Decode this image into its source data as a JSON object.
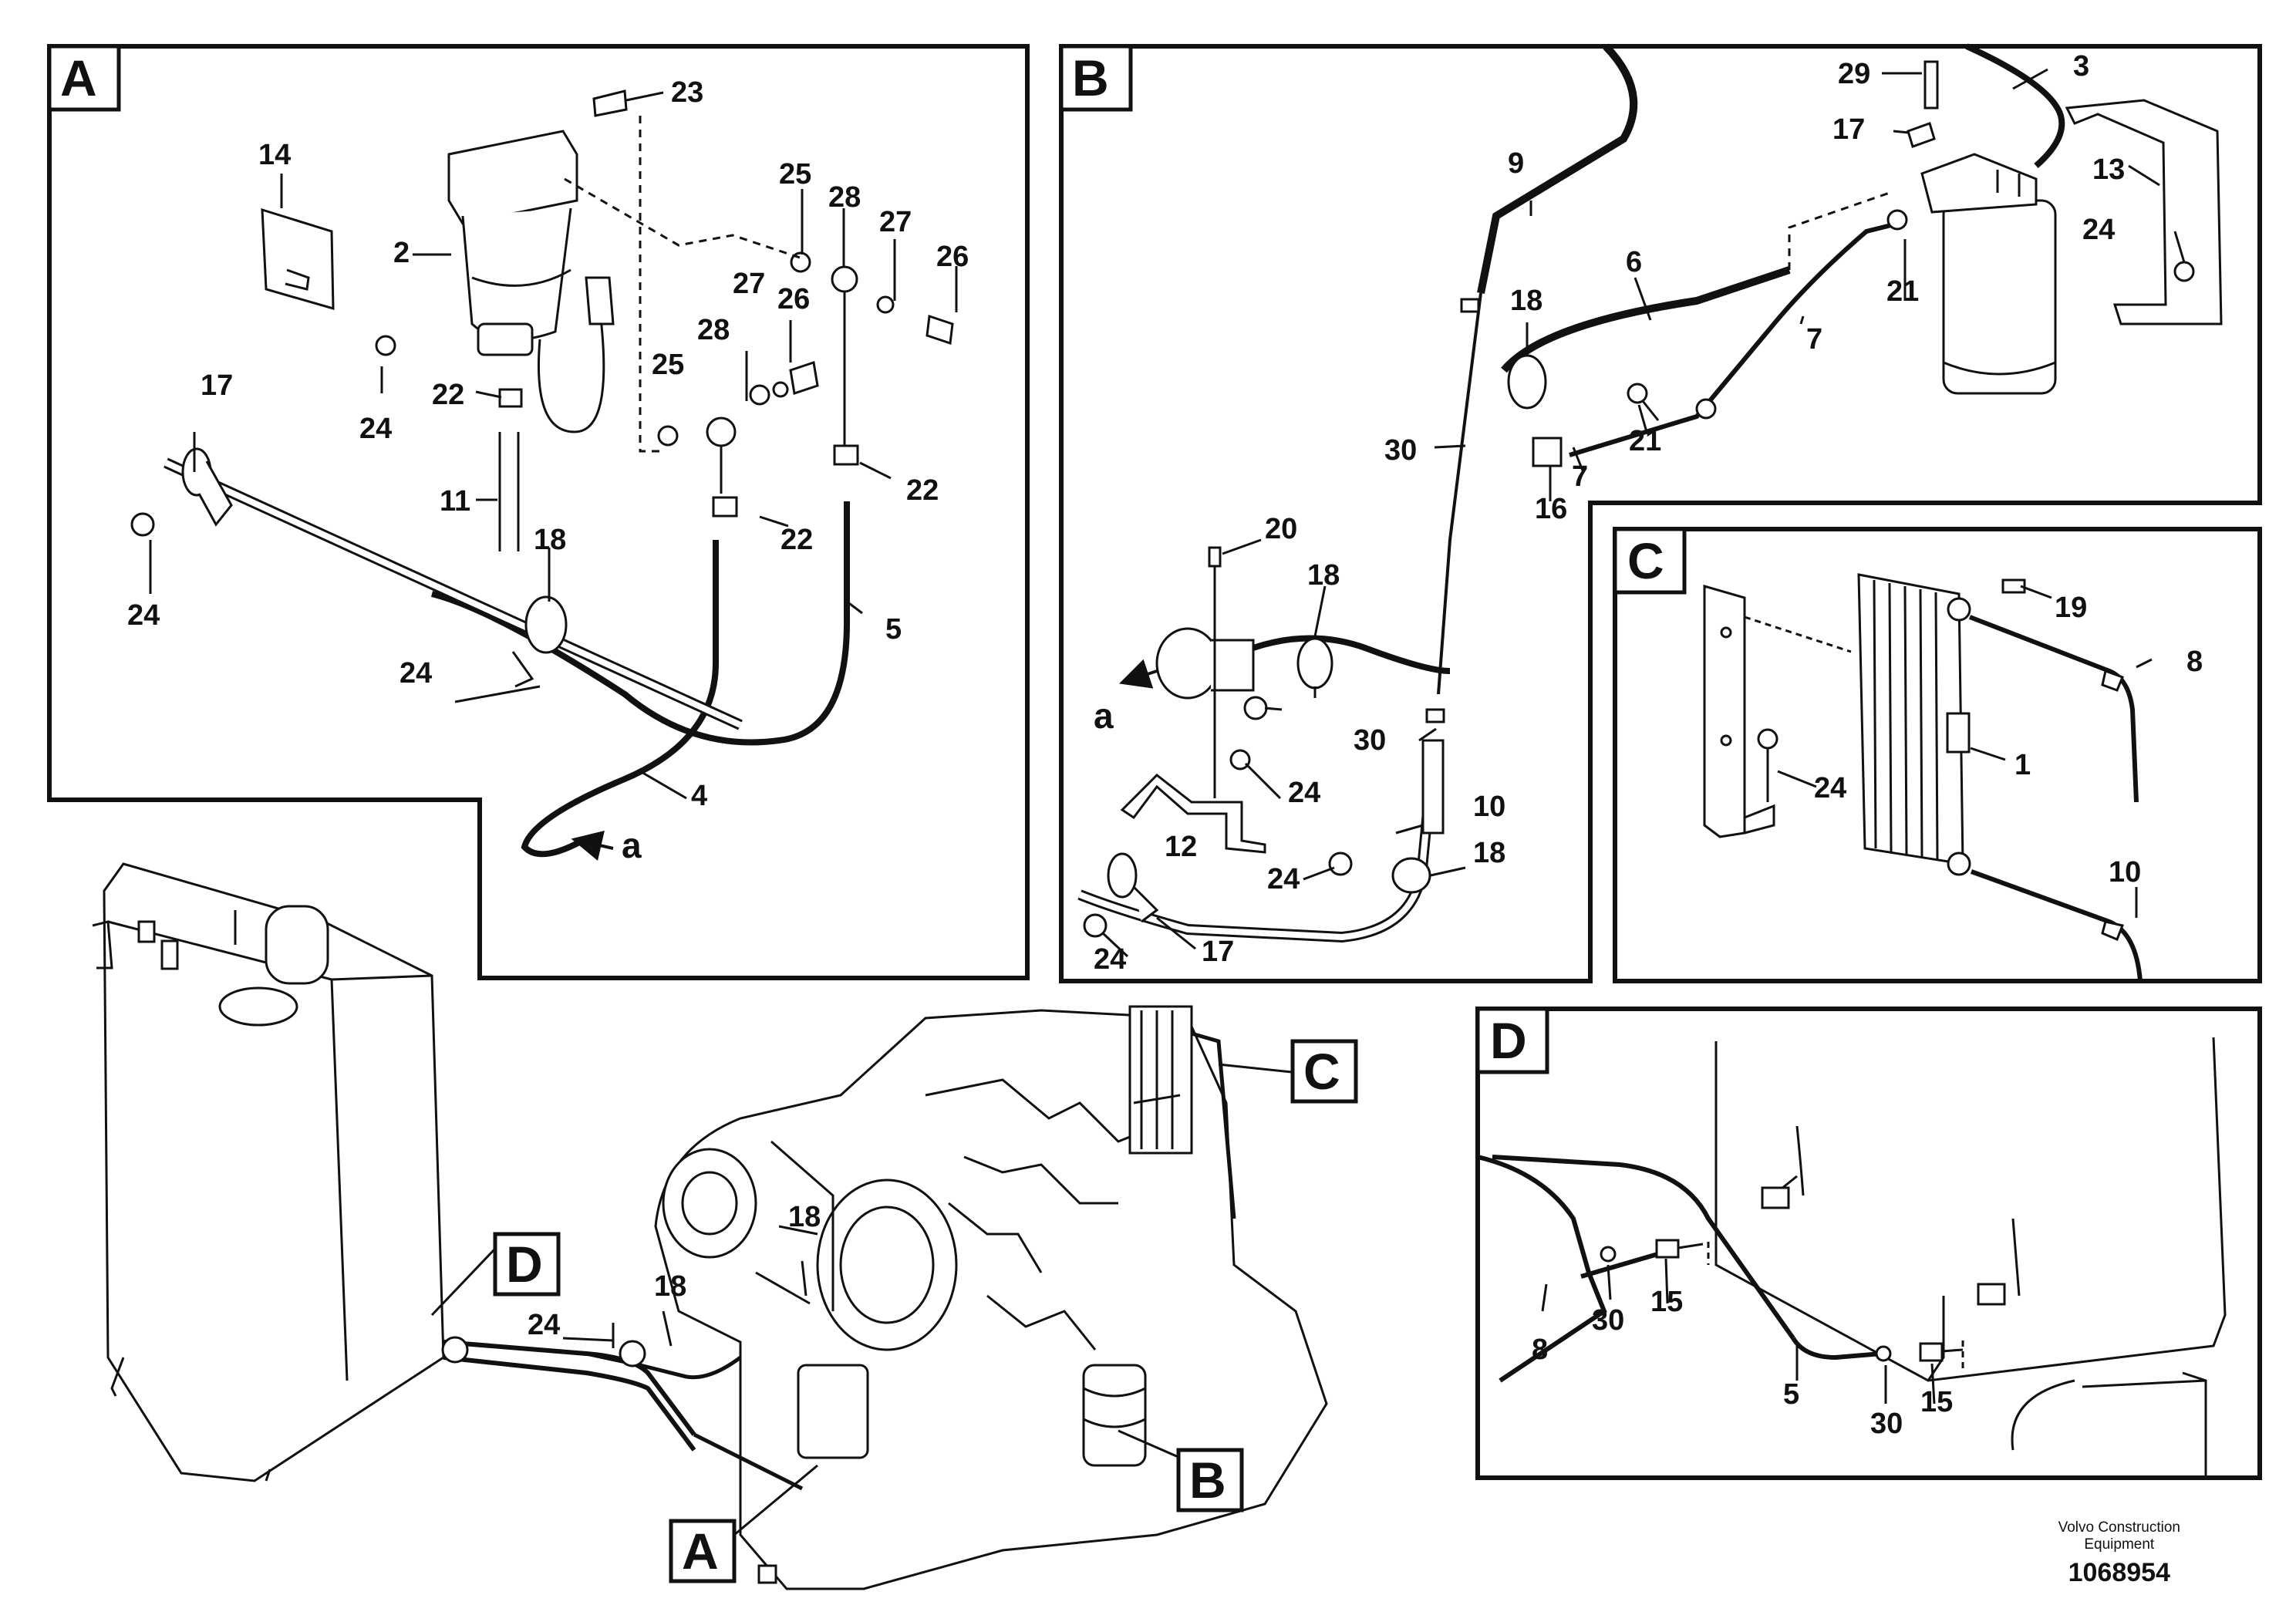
{
  "panels": {
    "A": {
      "letter": "A",
      "callouts": [
        "23",
        "14",
        "2",
        "25",
        "28",
        "27",
        "26",
        "27",
        "28",
        "25",
        "26",
        "17",
        "22",
        "24",
        "11",
        "18",
        "22",
        "22",
        "24",
        "24",
        "5",
        "4"
      ],
      "end_marker": "a"
    },
    "B": {
      "letter": "B",
      "callouts": [
        "29",
        "3",
        "17",
        "13",
        "9",
        "24",
        "6",
        "18",
        "21",
        "7",
        "30",
        "21",
        "7",
        "16",
        "20",
        "18",
        "30",
        "24",
        "12",
        "10",
        "24",
        "18",
        "24",
        "17"
      ],
      "end_marker": "a"
    },
    "C": {
      "letter": "C",
      "callouts": [
        "19",
        "8",
        "24",
        "1",
        "10"
      ]
    },
    "D": {
      "letter": "D",
      "callouts": [
        "30",
        "15",
        "8",
        "5",
        "30",
        "15"
      ]
    }
  },
  "overview": {
    "callouts": [
      "18",
      "24",
      "18"
    ],
    "detail_refs": [
      "A",
      "B",
      "C",
      "D"
    ]
  },
  "footer": {
    "brand_line1": "Volvo Construction",
    "brand_line2": "Equipment",
    "doc_number": "1068954"
  }
}
